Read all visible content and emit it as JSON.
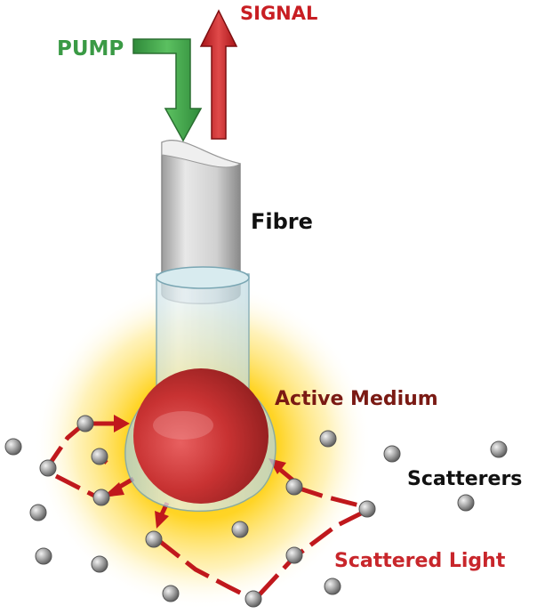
{
  "labels": {
    "pump": "PUMP",
    "signal": "SIGNAL",
    "fibre": "Fibre",
    "active_medium": "Active Medium",
    "scatterers": "Scatterers",
    "scattered_light": "Scattered Light"
  },
  "colors": {
    "pump": "#3a9a45",
    "signal": "#c81e23",
    "active_medium_label": "#7a1a14",
    "scattered_light_label": "#c8262b",
    "scatter_path": "#c0181c",
    "glow": "#ffd21a",
    "fibre": "#d6d6d6",
    "sphere": "#d03c3c",
    "scatterer": "#9a9a9a"
  }
}
